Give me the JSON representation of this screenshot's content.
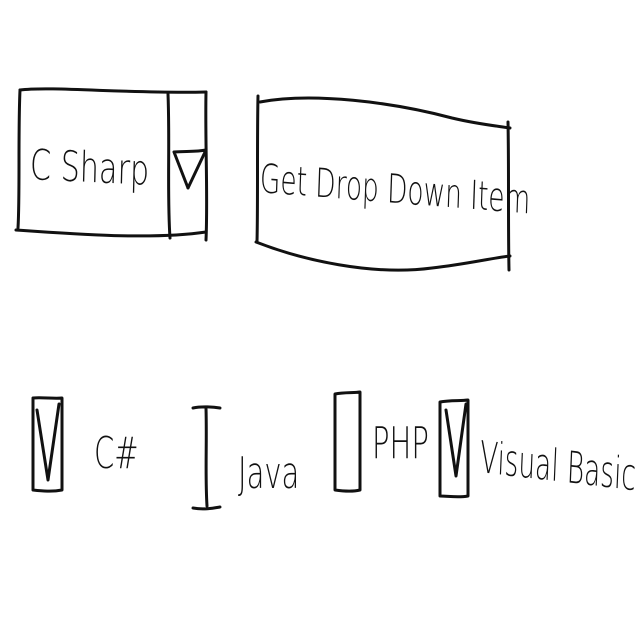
{
  "dropdown": {
    "selected_value": "C Sharp",
    "arrow_icon": "triangle-down-icon"
  },
  "get_button": {
    "label": "Get Drop Down Item"
  },
  "languages": {
    "items": [
      {
        "label": "C#",
        "checked": true
      },
      {
        "label": "Java",
        "checked": false
      },
      {
        "label": "PHP",
        "checked": false
      },
      {
        "label": "Visual Basic",
        "checked": true
      }
    ]
  }
}
